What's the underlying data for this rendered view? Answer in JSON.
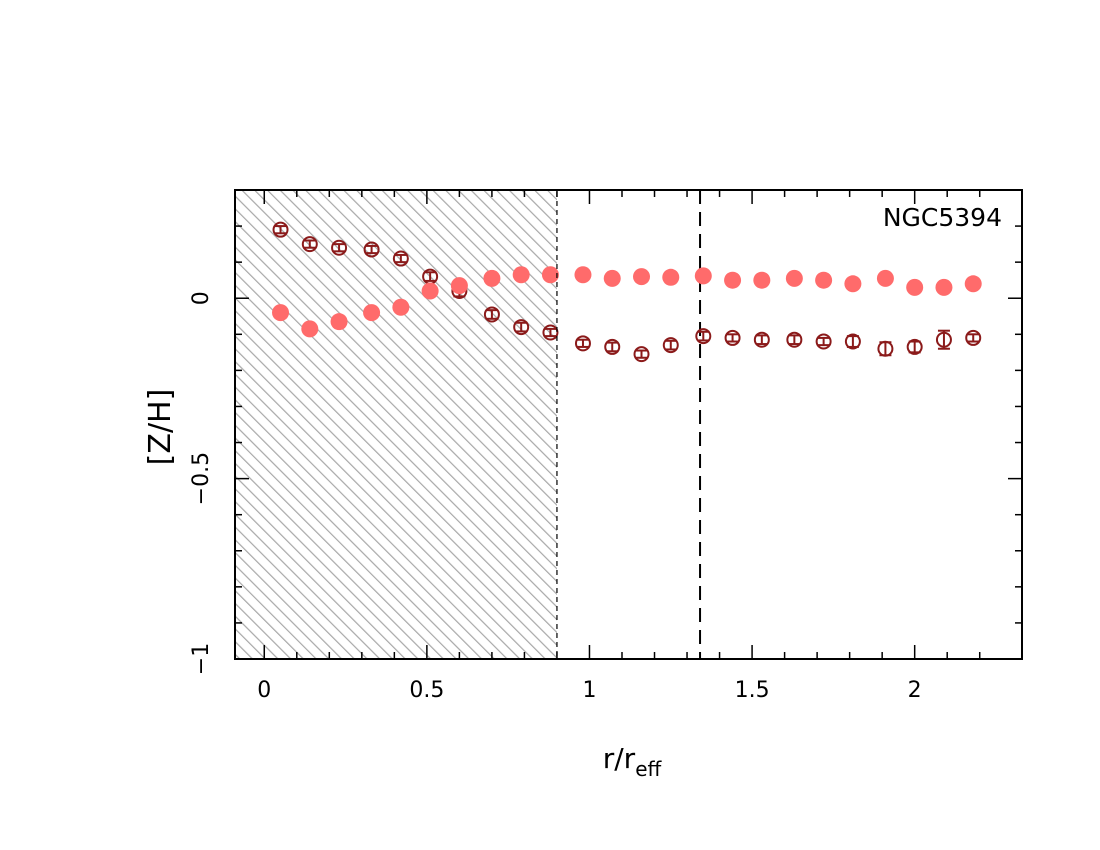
{
  "chart_data": {
    "type": "scatter",
    "annotation": "NGC5394",
    "xlabel": "r/r",
    "xlabel_sub": "eff",
    "ylabel": "[Z/H]",
    "xlim": [
      -0.09,
      2.33
    ],
    "ylim": [
      -1.0,
      0.3
    ],
    "x_ticks": [
      0,
      0.5,
      1,
      1.5,
      2
    ],
    "x_tick_labels": [
      "0",
      "0.5",
      "1",
      "1.5",
      "2"
    ],
    "y_ticks": [
      0,
      -0.5,
      -1
    ],
    "y_tick_labels": [
      "0",
      "−0.5",
      "−1"
    ],
    "hatched_region": [
      -0.09,
      0.9
    ],
    "vertical_dashed_line": 1.34,
    "colors": {
      "open": "#8b1a1a",
      "filled": "#ff6b6b",
      "hatch": "#a8a8a8"
    },
    "series": [
      {
        "marker": "open-circle-errorbar",
        "x": [
          0.05,
          0.14,
          0.23,
          0.33,
          0.42,
          0.51,
          0.6,
          0.7,
          0.79,
          0.88,
          0.98,
          1.07,
          1.16,
          1.25,
          1.35,
          1.44,
          1.53,
          1.63,
          1.72,
          1.81,
          1.91,
          2.0,
          2.09,
          2.18
        ],
        "y": [
          0.19,
          0.15,
          0.14,
          0.135,
          0.11,
          0.06,
          0.02,
          -0.045,
          -0.08,
          -0.095,
          -0.125,
          -0.135,
          -0.155,
          -0.13,
          -0.105,
          -0.11,
          -0.115,
          -0.115,
          -0.12,
          -0.12,
          -0.14,
          -0.135,
          -0.115,
          -0.11
        ],
        "err": [
          0.01,
          0.01,
          0.01,
          0.01,
          0.01,
          0.012,
          0.015,
          0.012,
          0.012,
          0.01,
          0.01,
          0.012,
          0.01,
          0.012,
          0.012,
          0.01,
          0.012,
          0.012,
          0.01,
          0.015,
          0.018,
          0.015,
          0.025,
          0.01
        ]
      },
      {
        "marker": "filled-circle",
        "x": [
          0.05,
          0.14,
          0.23,
          0.33,
          0.42,
          0.51,
          0.6,
          0.7,
          0.79,
          0.88,
          0.98,
          1.07,
          1.16,
          1.25,
          1.35,
          1.44,
          1.53,
          1.63,
          1.72,
          1.81,
          1.91,
          2.0,
          2.09,
          2.18
        ],
        "y": [
          -0.04,
          -0.085,
          -0.065,
          -0.04,
          -0.025,
          0.02,
          0.035,
          0.055,
          0.065,
          0.065,
          0.065,
          0.055,
          0.06,
          0.058,
          0.062,
          0.05,
          0.05,
          0.055,
          0.05,
          0.04,
          0.055,
          0.03,
          0.03,
          0.04
        ],
        "err": [
          0.015,
          0.01,
          0.01,
          0.01,
          0.01,
          0.01,
          0.01,
          0.01,
          0.01,
          0.01,
          0.01,
          0.01,
          0.01,
          0.01,
          0.01,
          0.01,
          0.01,
          0.01,
          0.01,
          0.01,
          0.01,
          0.01,
          0.01,
          0.015
        ]
      }
    ]
  }
}
